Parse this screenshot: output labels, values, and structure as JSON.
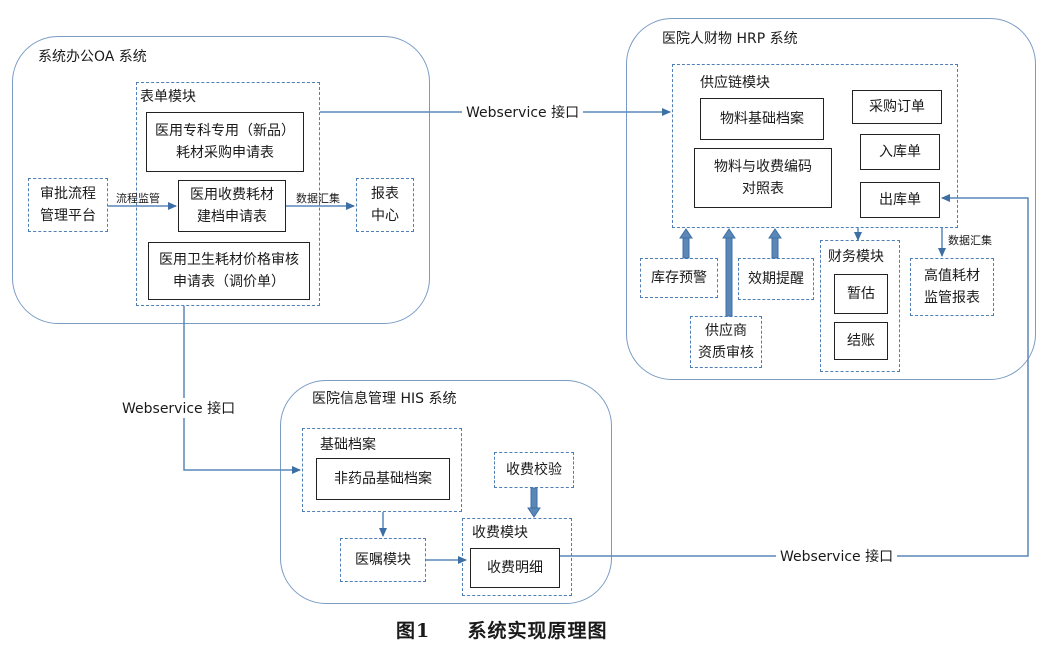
{
  "systems": {
    "oa": {
      "title": "系统办公OA 系统",
      "form_module": {
        "title": "表单模块",
        "items": [
          "医用专科专用（新品）\n耗材采购申请表",
          "医用收费耗材\n建档申请表",
          "医用卫生耗材价格审核\n申请表（调价单）"
        ]
      },
      "approval": "审批流程\n管理平台",
      "report": "报表\n中心",
      "flow_label": "流程监管",
      "collect_label": "数据汇集"
    },
    "hrp": {
      "title": "医院人财物 HRP 系统",
      "supply": {
        "title": "供应链模块",
        "material_archive": "物料基础档案",
        "mapping": "物料与收费编码\n对照表",
        "purchase_order": "采购订单",
        "inbound": "入库单",
        "outbound": "出库单"
      },
      "stock_alert": "库存预警",
      "expiry_alert": "效期提醒",
      "supplier_review": "供应商\n资质审核",
      "finance": {
        "title": "财务模块",
        "estimate": "暂估",
        "settle": "结账"
      },
      "high_value_report": "高值耗材\n监管报表",
      "collect_label": "数据汇集"
    },
    "his": {
      "title": "医院信息管理 HIS 系统",
      "base_archive": {
        "title": "基础档案",
        "item": "非药品基础档案"
      },
      "fee_check": "收费校验",
      "order_module": "医嘱模块",
      "fee_module": {
        "title": "收费模块",
        "item": "收费明细"
      }
    }
  },
  "interfaces": {
    "top": "Webservice 接口",
    "left": "Webservice 接口",
    "bottom": "Webservice 接口"
  },
  "caption": {
    "number": "图1",
    "title": "系统实现原理图"
  }
}
